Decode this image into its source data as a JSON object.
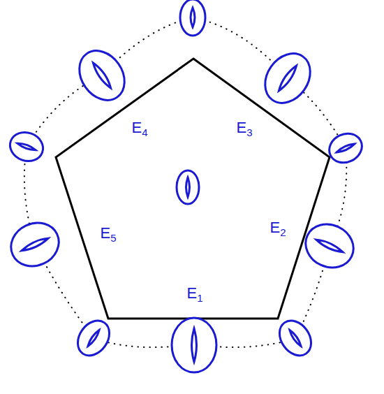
{
  "diagram": {
    "labels": [
      "E4",
      "E3",
      "E5",
      "E2",
      "E1"
    ]
  }
}
